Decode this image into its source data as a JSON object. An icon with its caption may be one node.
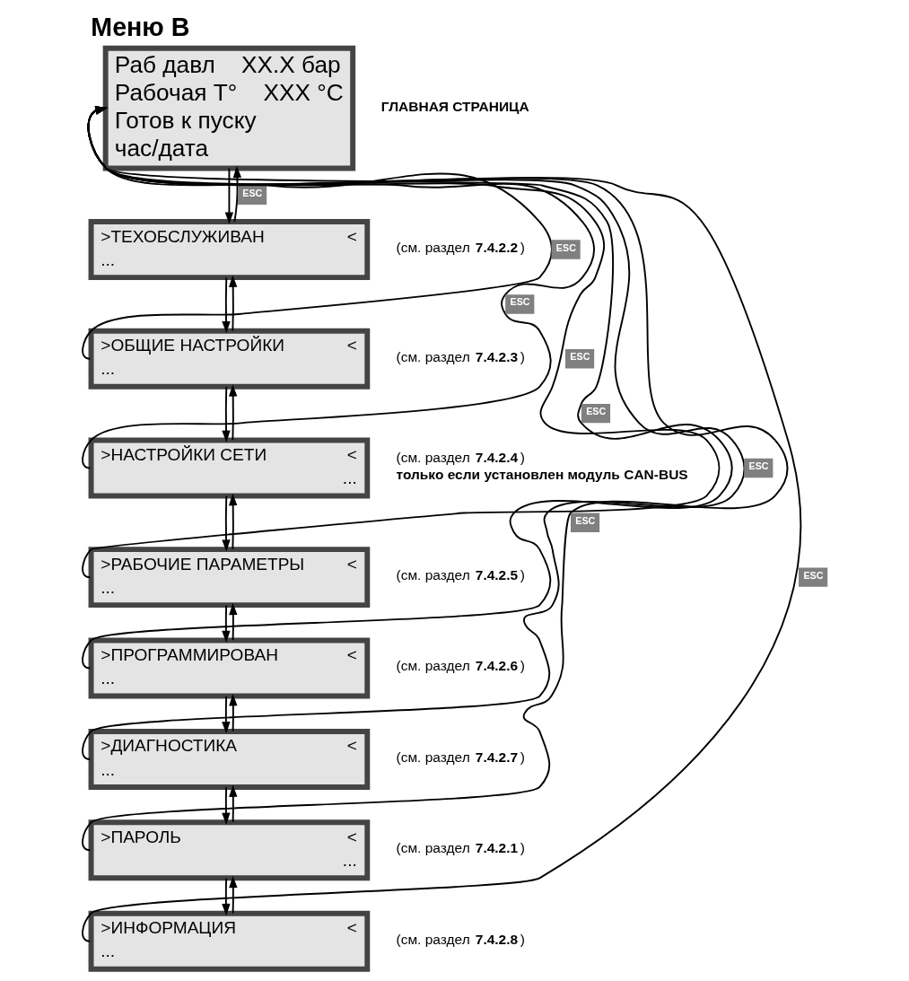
{
  "diagram": {
    "title": "Меню B",
    "nodes": [
      {
        "text": [
          "Раб давл    XX.X бар",
          "Рабочая T°    XXX °C",
          "Готов к пуску",
          "час/дата"
        ],
        "beside": [
          "ГЛАВНАЯ СТРАНИЦА"
        ]
      },
      {
        "text": [
          ">ТЕХОБСЛУЖИВАН",
          "<",
          "..."
        ],
        "beside": [
          "(см. раздел **7.4.2.2**)"
        ]
      },
      {
        "text": [
          ">ОБЩИЕ НАСТРОЙКИ",
          "<",
          "..."
        ],
        "beside": [
          "(см. раздел **7.4.2.3**)"
        ]
      },
      {
        "text": [
          ">НАСТРОЙКИ СЕТИ",
          "<",
          "..."
        ],
        "beside": [
          "(см. раздел **7.4.2.4**)",
          "только если установлен модуль CAN-BUS"
        ]
      },
      {
        "text": [
          ">РАБОЧИЕ ПАРАМЕТРЫ",
          "<",
          "..."
        ],
        "beside": [
          "(см. раздел **7.4.2.5**)"
        ]
      },
      {
        "text": [
          ">ПРОГРАММИРОВАН",
          "<",
          "..."
        ],
        "beside": [
          "(см. раздел **7.4.2.6**)"
        ]
      },
      {
        "text": [
          ">ДИАГНОСТИКА",
          "<",
          "..."
        ],
        "beside": [
          "(см. раздел **7.4.2.7**)"
        ]
      },
      {
        "text": [
          ">ПАРОЛЬ",
          "<",
          "..."
        ],
        "beside": [
          "(см. раздел **7.4.2.1**)"
        ]
      },
      {
        "text": [
          ">ИНФОРМАЦИЯ",
          "<",
          "..."
        ],
        "beside": [
          "(см. раздел **7.4.2.8**)"
        ]
      }
    ],
    "edges": [
      {
        "from": 0,
        "to": 1,
        "arrow": "to"
      },
      {
        "from": 1,
        "to": 0,
        "arrow": "to",
        "label": "ESC"
      },
      {
        "from": 1,
        "to": 2,
        "arrow": "to"
      },
      {
        "from": 2,
        "to": 1,
        "arrow": "to"
      },
      {
        "from": 2,
        "to": 3,
        "arrow": "to"
      },
      {
        "from": 3,
        "to": 2,
        "arrow": "to"
      },
      {
        "from": 3,
        "to": 4,
        "arrow": "to"
      },
      {
        "from": 4,
        "to": 3,
        "arrow": "to"
      },
      {
        "from": 4,
        "to": 5,
        "arrow": "to"
      },
      {
        "from": 5,
        "to": 4,
        "arrow": "to"
      },
      {
        "from": 5,
        "to": 6,
        "arrow": "to"
      },
      {
        "from": 6,
        "to": 5,
        "arrow": "to"
      },
      {
        "from": 6,
        "to": 7,
        "arrow": "to"
      },
      {
        "from": 7,
        "to": 6,
        "arrow": "to"
      },
      {
        "from": 7,
        "to": 8,
        "arrow": "to"
      },
      {
        "from": 8,
        "to": 7,
        "arrow": "to"
      },
      {
        "from": 2,
        "to": 0,
        "arrow": "to",
        "label": "ESC"
      },
      {
        "from": 3,
        "to": 0,
        "arrow": "to",
        "label": "ESC"
      },
      {
        "from": 4,
        "to": 0,
        "arrow": "to",
        "label": "ESC"
      },
      {
        "from": 5,
        "to": 0,
        "arrow": "to",
        "label": "ESC"
      },
      {
        "from": 6,
        "to": 0,
        "arrow": "to",
        "label": "ESC"
      },
      {
        "from": 7,
        "to": 0,
        "arrow": "to",
        "label": "ESC"
      },
      {
        "from": 8,
        "to": 0,
        "arrow": "to",
        "label": "ESC"
      }
    ]
  }
}
